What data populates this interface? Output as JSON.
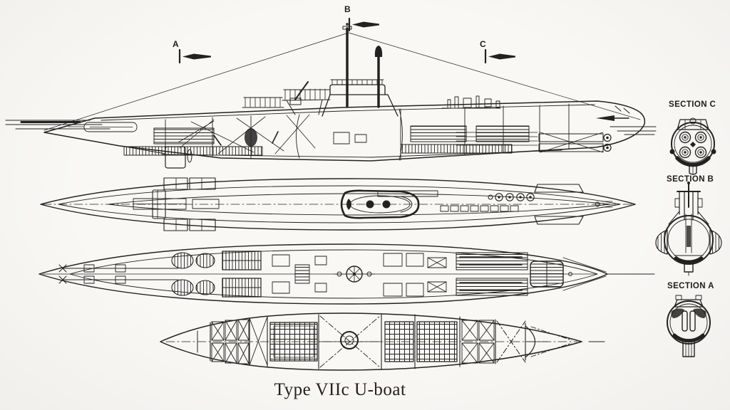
{
  "palette": {
    "paper": "#f7f6f3",
    "ink": "#232220"
  },
  "caption": "Type VIIc U-boat",
  "cut_markers": [
    {
      "label": "A"
    },
    {
      "label": "B"
    },
    {
      "label": "C"
    }
  ],
  "sections": [
    {
      "label": "SECTION C"
    },
    {
      "label": "SECTION B"
    },
    {
      "label": "SECTION A"
    }
  ]
}
